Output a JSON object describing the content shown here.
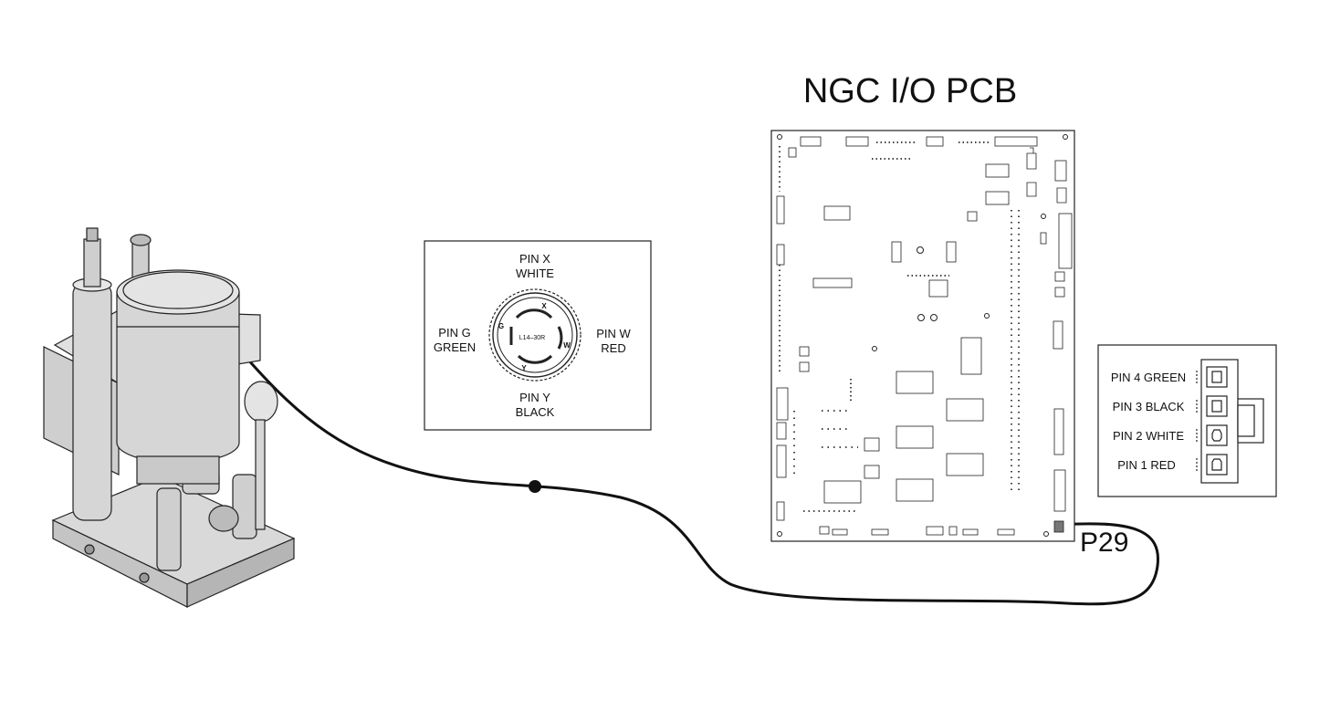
{
  "diagram": {
    "title": "NGC I/O PCB",
    "connector_label": "P29",
    "receptacle": {
      "model": "L14–30R",
      "pin_x_line1": "PIN X",
      "pin_x_line2": "WHITE",
      "pin_g_line1": "PIN G",
      "pin_g_line2": "GREEN",
      "pin_w_line1": "PIN W",
      "pin_w_line2": "RED",
      "pin_y_line1": "PIN Y",
      "pin_y_line2": "BLACK",
      "slot_x": "X",
      "slot_g": "G",
      "slot_w": "W",
      "slot_y": "Y"
    },
    "pcb_connector_pins": [
      "PIN 4 GREEN",
      "PIN 3 BLACK",
      "PIN 2 WHITE",
      "PIN 1 RED"
    ]
  },
  "colors": {
    "line": "#111111",
    "unit_fill": "#d9d9d9",
    "unit_shade": "#bdbdbd"
  }
}
